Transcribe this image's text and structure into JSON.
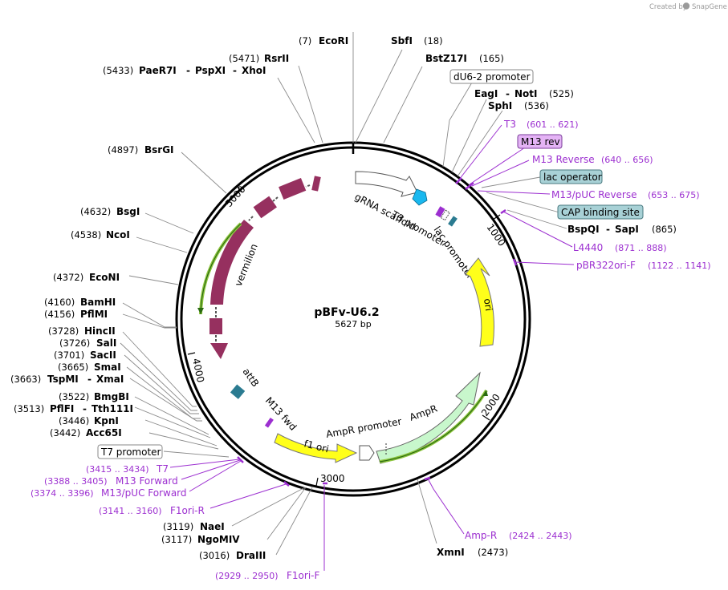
{
  "credit": {
    "prefix": "Created by",
    "brand": "SnapGene"
  },
  "plasmid": {
    "name": "pBFv-U6.2",
    "length_label": "5627 bp",
    "length": 5627
  },
  "ticks": [
    "1000",
    "2000",
    "3000",
    "4000",
    "5000"
  ],
  "enzymes": {
    "ecori": {
      "pos": "(7)",
      "name": "EcoRI"
    },
    "sbfi": {
      "name": "SbfI",
      "pos": "(18)"
    },
    "bstz17i": {
      "name": "BstZ17I",
      "pos": "(165)"
    },
    "rsrii": {
      "pos": "(5471)",
      "name": "RsrII"
    },
    "paer7i": {
      "pos": "(5433)",
      "name": "PaeR7I",
      "sep1": "-",
      "name2": "PspXI",
      "sep2": "-",
      "name3": "XhoI"
    },
    "eagi": {
      "name": "EagI",
      "sep": "-",
      "name2": "NotI",
      "pos": "(525)"
    },
    "sphi": {
      "name": "SphI",
      "pos": "(536)"
    },
    "bsrgi": {
      "pos": "(4897)",
      "name": "BsrGI"
    },
    "bsgi": {
      "pos": "(4632)",
      "name": "BsgI"
    },
    "ncoi": {
      "pos": "(4538)",
      "name": "NcoI"
    },
    "econi": {
      "pos": "(4372)",
      "name": "EcoNI"
    },
    "bamhi": {
      "pos": "(4160)",
      "name": "BamHI"
    },
    "pflmi": {
      "pos": "(4156)",
      "name": "PflMI"
    },
    "hincii": {
      "pos": "(3728)",
      "name": "HincII"
    },
    "sali": {
      "pos": "(3726)",
      "name": "SalI"
    },
    "sacii": {
      "pos": "(3701)",
      "name": "SacII"
    },
    "smai": {
      "pos": "(3665)",
      "name": "SmaI"
    },
    "tspmi": {
      "pos": "(3663)",
      "name": "TspMI",
      "sep": "-",
      "name2": "XmaI"
    },
    "bmgbi": {
      "pos": "(3522)",
      "name": "BmgBI"
    },
    "pflfi": {
      "pos": "(3513)",
      "name": "PflFI",
      "sep": "-",
      "name2": "Tth111I"
    },
    "kpni": {
      "pos": "(3446)",
      "name": "KpnI"
    },
    "acc65i": {
      "pos": "(3442)",
      "name": "Acc65I"
    },
    "bspqi": {
      "name": "BspQI",
      "sep": "-",
      "name2": "SapI",
      "pos": "(865)"
    },
    "naei": {
      "pos": "(3119)",
      "name": "NaeI"
    },
    "ngomiv": {
      "pos": "(3117)",
      "name": "NgoMIV"
    },
    "draiii": {
      "pos": "(3016)",
      "name": "DraIII"
    },
    "xmni": {
      "name": "XmnI",
      "pos": "(2473)"
    }
  },
  "primers": {
    "t3": {
      "name": "T3",
      "range": "(601 .. 621)"
    },
    "m13rev_feature": {
      "name": "M13 rev"
    },
    "m13reverse": {
      "name": "M13 Reverse",
      "range": "(640 .. 656)"
    },
    "m13puc_reverse": {
      "name": "M13/pUC Reverse",
      "range": "(653 .. 675)"
    },
    "l4440": {
      "name": "L4440",
      "range": "(871 .. 888)"
    },
    "pbr322ori": {
      "name": "pBR322ori-F",
      "range": "(1122 .. 1141)"
    },
    "ampr_primer": {
      "name": "Amp-R",
      "range": "(2424 .. 2443)"
    },
    "t7": {
      "range": "(3415 .. 3434)",
      "name": "T7"
    },
    "m13forward": {
      "range": "(3388 .. 3405)",
      "name": "M13 Forward"
    },
    "m13puc_forward": {
      "range": "(3374 .. 3396)",
      "name": "M13/pUC Forward"
    },
    "f1ori_r": {
      "range": "(3141 .. 3160)",
      "name": "F1ori-R"
    },
    "f1ori_f": {
      "range": "(2929 .. 2950)",
      "name": "F1ori-F"
    }
  },
  "boxed_labels": {
    "du6_promoter": "dU6-2 promoter",
    "lac_operator": "lac operator",
    "cap_site": "CAP binding site",
    "t7_promoter": "T7 promoter"
  },
  "features": {
    "grna": "gRNA scaffold",
    "t3_promoter": "T3 promoter",
    "lac_promoter": "lac promoter",
    "ori": "ori",
    "ampr": "AmpR",
    "ampr_promoter": "AmpR promoter",
    "f1_ori": "f1 ori",
    "m13_fwd": "M13 fwd",
    "attb": "attB",
    "vermilion": "vermilion"
  },
  "colors": {
    "vermilion": "#96305f",
    "ori": "#ffff1a",
    "ampr": "#c8f7cc",
    "primer": "#9c2fd0",
    "m13rev_fill": "#e4b3f5",
    "box_teal": "#a8d1d6",
    "attb": "#2b7b91",
    "cyan": "#19b8ef",
    "backbone": "#000000"
  }
}
